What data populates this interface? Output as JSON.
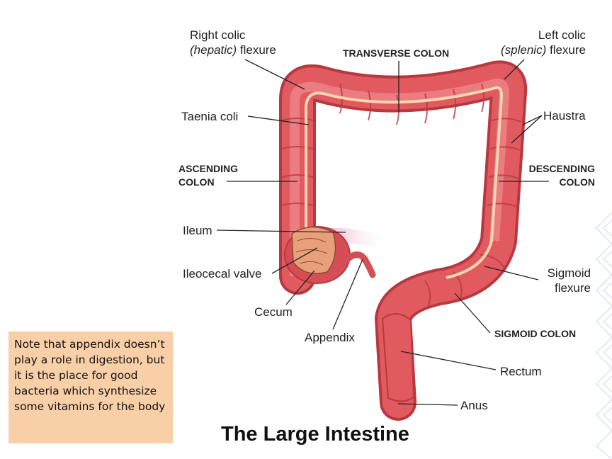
{
  "title": "The Large Intestine",
  "note": "Note that appendix doesn’t play a role in digestion, but it is the place for good bacteria which synthesize some vitamins for the body",
  "labels": {
    "right_colic_1": "Right colic",
    "right_colic_2_italic": "(hepatic)",
    "right_colic_2_rest": " flexure",
    "transverse_colon": "TRANSVERSE COLON",
    "left_colic_1": "Left colic",
    "left_colic_2_italic": "(splenic)",
    "left_colic_2_rest": " flexure",
    "taenia_coli": "Taenia coli",
    "haustra": "Haustra",
    "ascending_1": "ASCENDING",
    "ascending_2": "COLON",
    "descending_1": "DESCENDING",
    "descending_2": "COLON",
    "ileum": "Ileum",
    "ileocecal_valve": "Ileocecal valve",
    "cecum": "Cecum",
    "appendix": "Appendix",
    "sigmoid_flexure_1": "Sigmoid",
    "sigmoid_flexure_2": "flexure",
    "sigmoid_colon": "SIGMOID COLON",
    "rectum": "Rectum",
    "anus": "Anus"
  },
  "colors": {
    "colon": "#e15a60",
    "colon_dark": "#b8383f",
    "colon_light": "#f4a3a3",
    "taenia": "#f6d7b0",
    "note_bg": "#f9cfa8",
    "ileum": "#f2b5c9"
  }
}
